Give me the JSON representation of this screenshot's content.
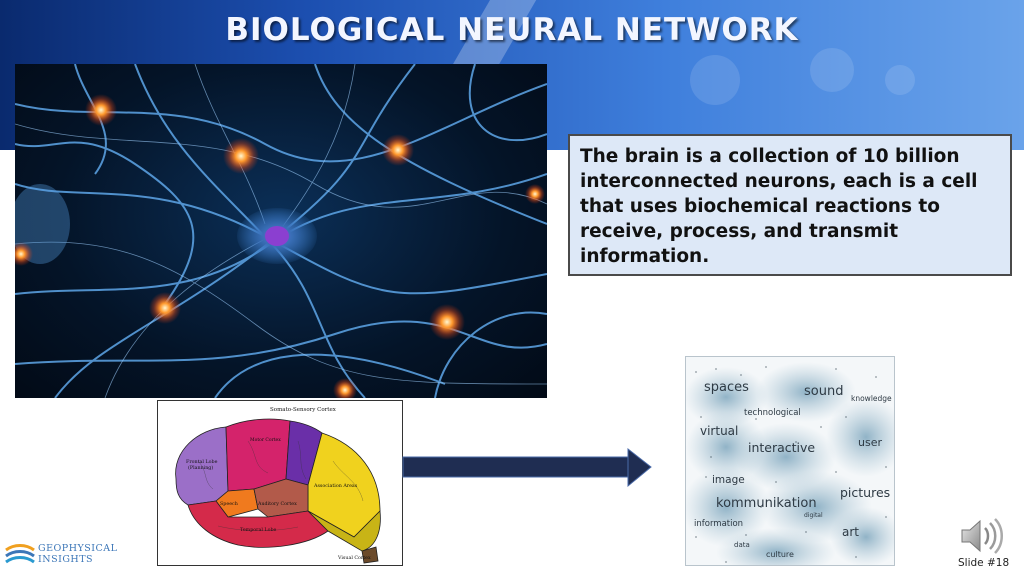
{
  "slide": {
    "title": "BIOLOGICAL NEURAL NETWORK",
    "body_text": "The brain is a collection of 10 billion interconnected neurons, each is a cell that uses biochemical reactions to receive, process, and transmit information.",
    "slide_number": "Slide #18"
  },
  "brain_diagram": {
    "labels": {
      "somato": "Somato-Sensory Cortex",
      "motor": "Motor Cortex",
      "frontal_1": "Frontal Lobe",
      "frontal_2": "(Planning)",
      "speech": "Speech",
      "association": "Association Areas",
      "auditory": "Auditory Cortex",
      "temporal": "Temporal Lobe",
      "visual": "Visual Cortex"
    }
  },
  "wordcloud": {
    "words": {
      "spaces": "spaces",
      "sound": "sound",
      "knowledge": "knowledge",
      "technological": "technological",
      "virtual": "virtual",
      "interactive": "interactive",
      "user": "user",
      "image": "image",
      "pictures": "pictures",
      "kommunikation": "kommunikation",
      "information": "information",
      "digital": "digital",
      "art": "art",
      "data": "data",
      "culture": "culture"
    }
  },
  "logo": {
    "line1": "GEOPHYSICAL",
    "line2": "INSIGHTS"
  },
  "colors": {
    "title_text": "#f3f6ff",
    "header_blue": "#1c4fb0",
    "info_box_bg": "#dde8f7",
    "arrow": "#1f2d52",
    "logo_blue": "#3d77b8"
  },
  "icons": {
    "speaker": "speaker-icon",
    "arrow": "arrow-right-icon",
    "logo": "geophysical-insights-logo-icon"
  }
}
